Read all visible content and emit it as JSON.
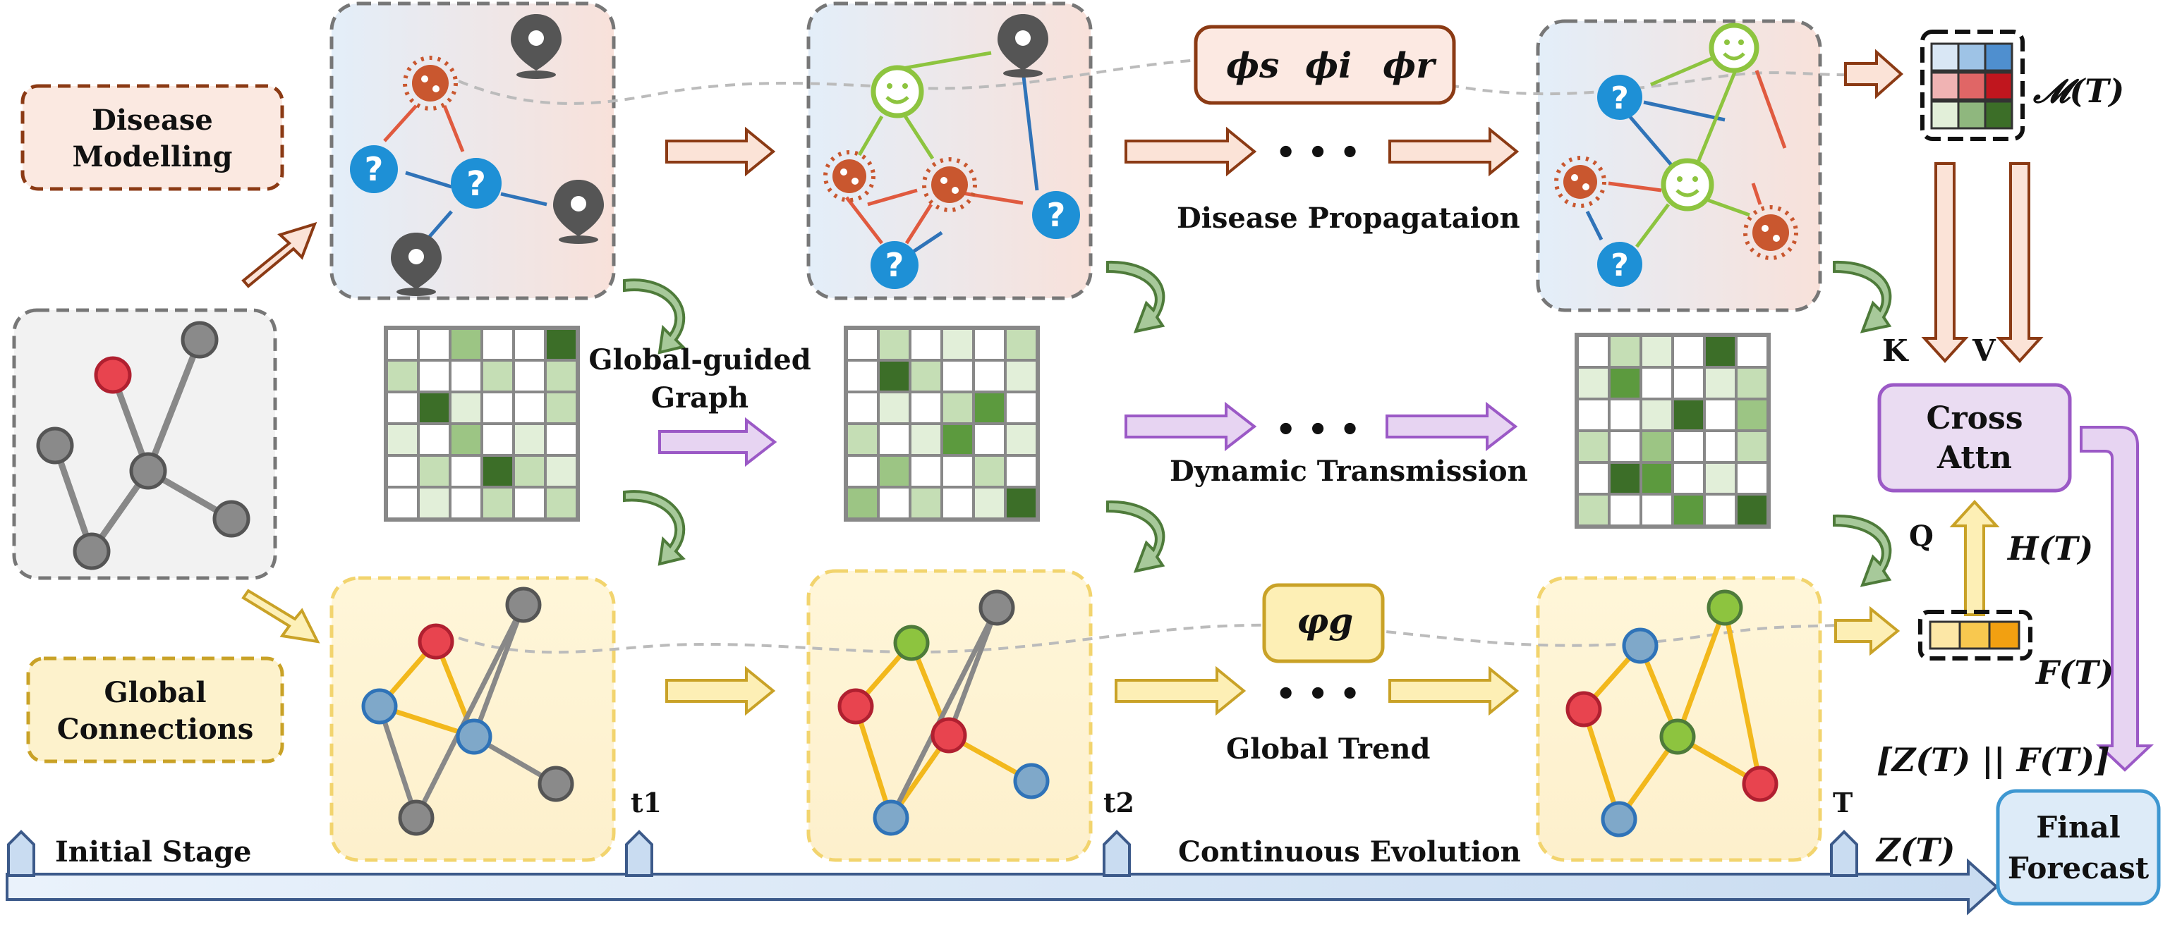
{
  "labels": {
    "disease_modelling": "Disease Modelling",
    "global_connections": "Global Connections",
    "disease_propagation": "Disease Propagataion",
    "global_guided_graph": "Global-guided Graph",
    "dynamic_transmission": "Dynamic Transmission",
    "global_trend": "Global Trend",
    "continuous_evolution": "Continuous Evolution",
    "initial_stage": "Initial Stage",
    "cross_attn": "Cross Attn",
    "final_forecast": "Final Forecast",
    "dots": "• • •"
  },
  "timeline": {
    "t1": "t1",
    "t2": "t2",
    "T": "T"
  },
  "symbols": {
    "phi_s": "ϕs",
    "phi_i": "ϕi",
    "phi_r": "ϕr",
    "varphi_g": "φg",
    "M_T": "𝓜(T)",
    "H_T": "H(T)",
    "F_T": "F(T)",
    "Z_T": "Z(T)",
    "ZF_concat": "[Z(T) || F(T)]",
    "K": "K",
    "V": "V",
    "Q": "Q"
  },
  "colors": {
    "disease_brown": "#8B3A14",
    "virus": "#C9572F",
    "question_blue": "#1E90D6",
    "pin_gray": "#555555",
    "smile_green": "#8DC43F",
    "edge_red": "#E05A3F",
    "edge_blue": "#2F73B8",
    "edge_green": "#7DB83A",
    "global_yellow": "#F2C12E",
    "attn_purple": "#9B59C6",
    "node_red": "#E8444F",
    "node_blue": "#7FA8C9",
    "node_green": "#8DC43F",
    "node_gray": "#8A8A8A",
    "matrix_green": "#5C9A3E",
    "timeline_blue": "#3C5A8A"
  }
}
